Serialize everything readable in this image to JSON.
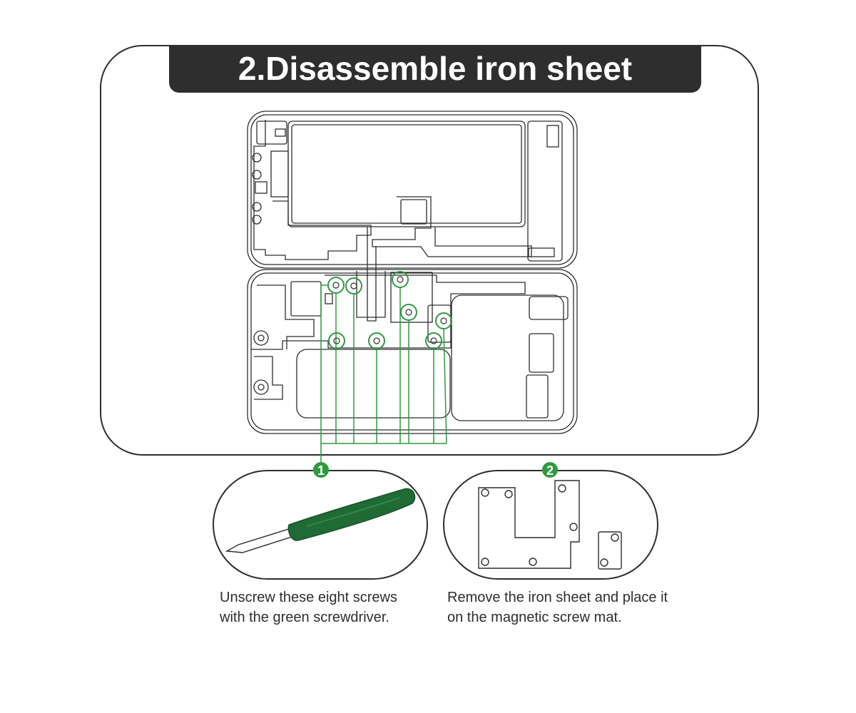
{
  "title": "2.Disassemble iron sheet",
  "steps": [
    {
      "number": "1",
      "caption": "Unscrew these eight screws\nwith the green screwdriver."
    },
    {
      "number": "2",
      "caption": "Remove the iron sheet and place it\non the magnetic screw mat."
    }
  ],
  "colors": {
    "outline": "#2d2e2d",
    "title_bg": "#2d2e2d",
    "title_text": "#ffffff",
    "screw_highlight": "#2e9a3f",
    "screwdriver_handle": "#1f6a35"
  },
  "screw_count": 8,
  "icons": [
    "screwdriver-icon",
    "iron-sheet-icon",
    "step-badge-1",
    "step-badge-2"
  ]
}
